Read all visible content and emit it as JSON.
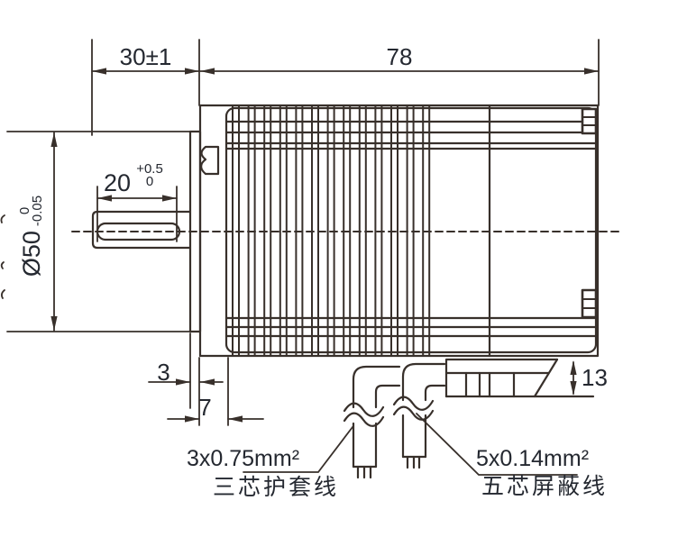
{
  "drawing": {
    "type": "motor-dimension-drawing",
    "dimensions": {
      "front_length": {
        "value": "30±1"
      },
      "body_length": {
        "value": "78"
      },
      "shaft_flat_length": {
        "value": "20",
        "tol_upper": "+0.5",
        "tol_lower": "0"
      },
      "pilot_diameter": {
        "value": "Ø50",
        "tol_upper": "0",
        "tol_lower": "-0.05"
      },
      "flange_thickness": {
        "value": "3"
      },
      "front_step": {
        "value": "7"
      },
      "connector_height": {
        "value": "13"
      }
    },
    "cables": {
      "power": {
        "spec": "3x0.75mm²",
        "name": "三芯护套线"
      },
      "signal": {
        "spec": "5x0.14mm²",
        "name": "五芯屏蔽线"
      }
    },
    "colors": {
      "line": "#38302b",
      "text": "#242830",
      "background": "#ffffff"
    }
  }
}
